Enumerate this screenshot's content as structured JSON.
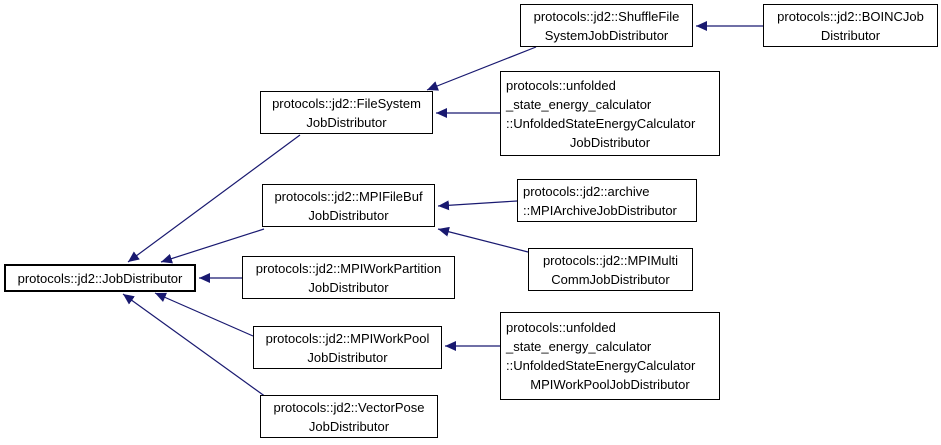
{
  "diagram": {
    "kind": "class-inheritance-graph",
    "colors": {
      "edge": "#191970",
      "node_border": "#000000",
      "node_fill": "#ffffff",
      "background": "#ffffff"
    }
  },
  "nodes": {
    "job_distributor": {
      "lines": [
        "protocols::jd2::JobDistributor"
      ]
    },
    "shuffle_file_system_job_distributor": {
      "lines": [
        "protocols::jd2::ShuffleFile",
        "SystemJobDistributor"
      ]
    },
    "boinc_job_distributor": {
      "lines": [
        "protocols::jd2::BOINCJob",
        "Distributor"
      ]
    },
    "file_system_job_distributor": {
      "lines": [
        "protocols::jd2::FileSystem",
        "JobDistributor"
      ]
    },
    "unfolded_state_energy_calculator_job_distributor": {
      "lines": [
        "protocols::unfolded",
        "_state_energy_calculator",
        "::UnfoldedStateEnergyCalculator",
        "JobDistributor"
      ]
    },
    "mpi_file_buf_job_distributor": {
      "lines": [
        "protocols::jd2::MPIFileBuf",
        "JobDistributor"
      ]
    },
    "mpi_archive_job_distributor": {
      "lines": [
        "protocols::jd2::archive",
        "::MPIArchiveJobDistributor"
      ]
    },
    "mpi_multi_comm_job_distributor": {
      "lines": [
        "protocols::jd2::MPIMulti",
        "CommJobDistributor"
      ]
    },
    "mpi_work_partition_job_distributor": {
      "lines": [
        "protocols::jd2::MPIWorkPartition",
        "JobDistributor"
      ]
    },
    "mpi_work_pool_job_distributor": {
      "lines": [
        "protocols::jd2::MPIWorkPool",
        "JobDistributor"
      ]
    },
    "unfolded_state_energy_calculator_mpi_work_pool_job_distributor": {
      "lines": [
        "protocols::unfolded",
        "_state_energy_calculator",
        "::UnfoldedStateEnergyCalculator",
        "MPIWorkPoolJobDistributor"
      ]
    },
    "vector_pose_job_distributor": {
      "lines": [
        "protocols::jd2::VectorPose",
        "JobDistributor"
      ]
    }
  },
  "edges": [
    {
      "from": "file_system_job_distributor",
      "to": "job_distributor"
    },
    {
      "from": "mpi_file_buf_job_distributor",
      "to": "job_distributor"
    },
    {
      "from": "mpi_work_partition_job_distributor",
      "to": "job_distributor"
    },
    {
      "from": "mpi_work_pool_job_distributor",
      "to": "job_distributor"
    },
    {
      "from": "vector_pose_job_distributor",
      "to": "job_distributor"
    },
    {
      "from": "shuffle_file_system_job_distributor",
      "to": "file_system_job_distributor"
    },
    {
      "from": "unfolded_state_energy_calculator_job_distributor",
      "to": "file_system_job_distributor"
    },
    {
      "from": "boinc_job_distributor",
      "to": "shuffle_file_system_job_distributor"
    },
    {
      "from": "mpi_archive_job_distributor",
      "to": "mpi_file_buf_job_distributor"
    },
    {
      "from": "mpi_multi_comm_job_distributor",
      "to": "mpi_file_buf_job_distributor"
    },
    {
      "from": "unfolded_state_energy_calculator_mpi_work_pool_job_distributor",
      "to": "mpi_work_pool_job_distributor"
    }
  ]
}
